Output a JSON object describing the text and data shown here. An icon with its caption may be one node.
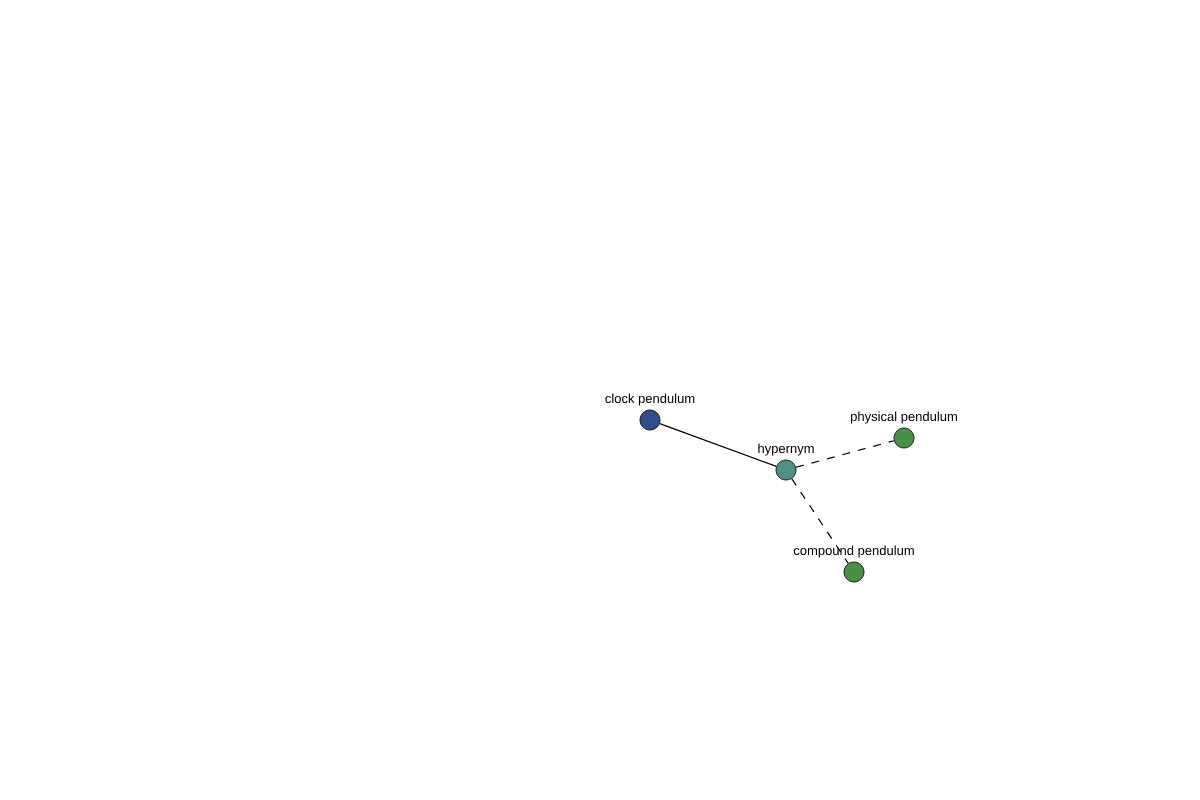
{
  "diagram": {
    "nodes": [
      {
        "text": [
          "clock pendulum"
        ]
      },
      {
        "text": [
          "hypernym"
        ]
      },
      {
        "text": [
          "physical pendulum"
        ]
      },
      {
        "text": [
          "compound pendulum"
        ]
      }
    ],
    "edges": [
      {
        "from": 0,
        "to": 1,
        "arrow": "none"
      },
      {
        "from": 1,
        "to": 2,
        "arrow": "none",
        "style": "dashed"
      },
      {
        "from": 1,
        "to": 3,
        "arrow": "none",
        "style": "dashed"
      }
    ]
  }
}
